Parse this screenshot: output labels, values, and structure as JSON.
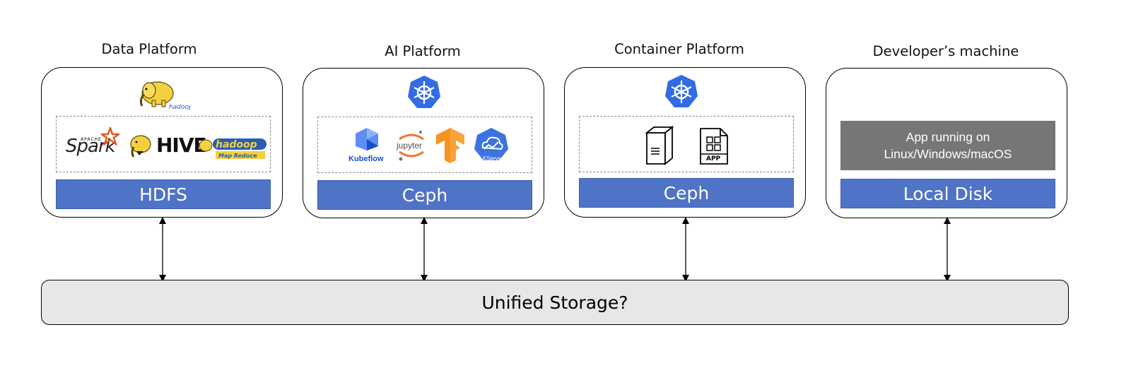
{
  "platforms": [
    {
      "title": "Data Platform",
      "tools": [
        "Spark",
        "HIVE"
      ],
      "storage": "HDFS"
    },
    {
      "title": "AI Platform",
      "tools": [
        "Kubeflow",
        "jupyter",
        "KServe"
      ],
      "storage": "Ceph"
    },
    {
      "title": "Container Platform",
      "tools": [
        "APP"
      ],
      "storage": "Ceph"
    },
    {
      "title": "Developer’s machine",
      "app_line1": "App running on",
      "app_line2": "Linux/Windows/macOS",
      "storage": "Local Disk"
    }
  ],
  "spark_prefix": "APACHE",
  "unified": "Unified Storage?",
  "icons": [
    "hadoop-elephant-icon",
    "kubernetes-icon",
    "tensorflow-icon",
    "server-icon",
    "app-file-icon"
  ],
  "colors": {
    "storage_bar": "#4f73c6",
    "app_box": "#747678",
    "unified_bg": "#e7e7e7",
    "kubernetes": "#326ce5",
    "hadoop_yellow": "#f4d03f",
    "tensorflow_orange": "#f7931e"
  }
}
